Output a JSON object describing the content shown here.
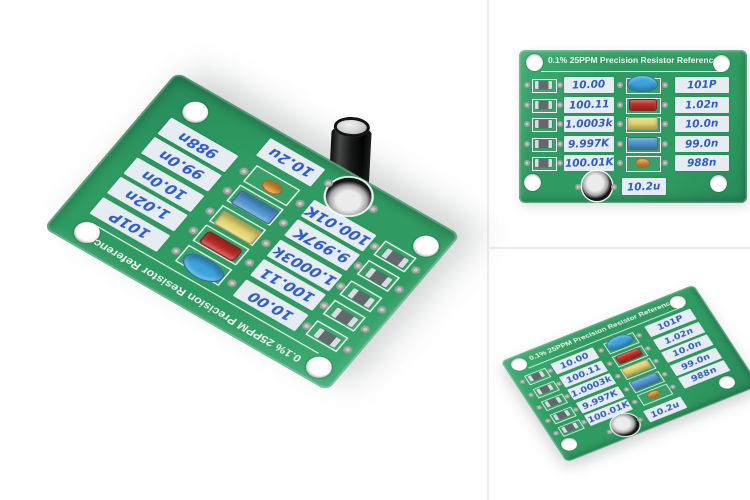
{
  "product": {
    "board_title": "0.1% 25PPM Precision Resistor Reference",
    "rows": [
      {
        "resistance": "10.00",
        "capacitance": "101P"
      },
      {
        "resistance": "100.11",
        "capacitance": "1.02n"
      },
      {
        "resistance": "1.0003k",
        "capacitance": "10.0n"
      },
      {
        "resistance": "9.997K",
        "capacitance": "99.0n"
      },
      {
        "resistance": "100.01K",
        "capacitance": "988n"
      }
    ],
    "electrolytic_label": "10.2u",
    "colors": {
      "pcb_green": "#2f9b62",
      "pcb_edge": "#41ae76",
      "silkscreen_white": "#f2f7f2",
      "label_bg": "#e6edf2",
      "handwriting_blue": "#2f5ccc",
      "cap_disc_blue": "#3ba3dc",
      "cap_box_red": "#bf2d26",
      "cap_box_yellow": "#e5d671",
      "cap_box_blue": "#4f97d0",
      "cap_disc_orange": "#e2932e",
      "electrolytic_black": "#151515",
      "electrolytic_top_silver": "#cfcfcf"
    }
  }
}
